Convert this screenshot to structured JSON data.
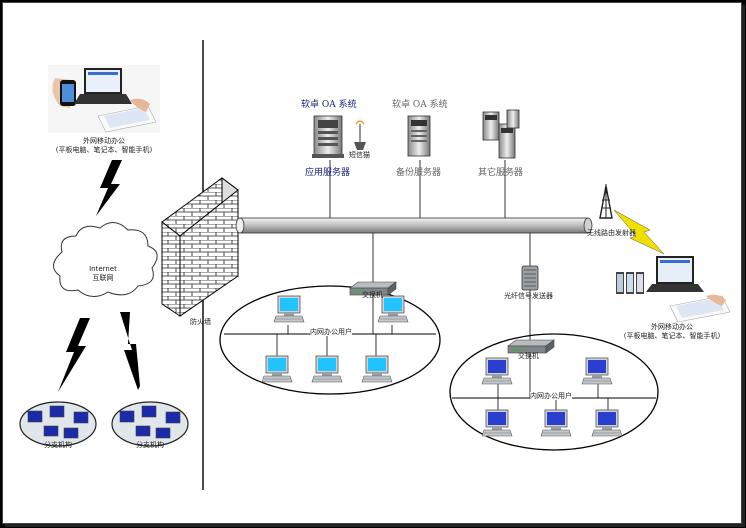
{
  "remote_office": {
    "title": "外网移动办公",
    "subtitle": "(平板电脑、笔记本、智能手机)"
  },
  "internet": {
    "line1": "Internet",
    "line2": "互联网"
  },
  "branches": [
    {
      "label": "分支机构"
    },
    {
      "label": "分支机构"
    }
  ],
  "firewall": {
    "label": "防火墙"
  },
  "servers": {
    "app": {
      "title": "软卓 OA 系统",
      "name": "应用服务器",
      "sms": "短信猫"
    },
    "backup": {
      "title": "软卓 OA 系统",
      "name": "备份服务器"
    },
    "other": {
      "name": "其它服务器"
    }
  },
  "wireless": {
    "label": "无线路由发射器"
  },
  "mobile_right": {
    "title": "外网移动办公",
    "subtitle": "(平板电脑、笔记本、智能手机)"
  },
  "lan_left": {
    "switch": "交换机",
    "users": "内网办公用户"
  },
  "lan_right": {
    "switch": "交换机",
    "users": "内网办公用户",
    "transceiver": "光纤信号发送器"
  },
  "colors": {
    "server_title": "#1a237e",
    "server_name": "#666666",
    "lightning": "#f0e000",
    "monitor_blue": "#2a3fd0",
    "monitor_cyan": "#22c4ff"
  }
}
